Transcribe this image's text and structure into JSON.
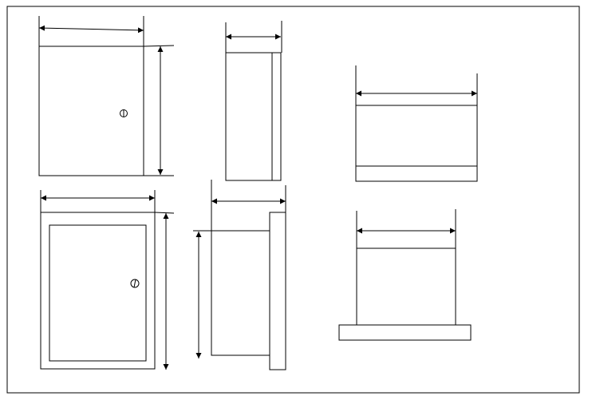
{
  "sheet": {
    "stroke_color": "#000000",
    "background_color": "#ffffff"
  },
  "views": [
    {
      "id": "front-view-closed",
      "dimensions": [
        "width",
        "height"
      ]
    },
    {
      "id": "side-view",
      "dimensions": [
        "depth"
      ]
    },
    {
      "id": "top-view",
      "dimensions": [
        "width"
      ]
    },
    {
      "id": "front-view-open",
      "dimensions": [
        "width",
        "height"
      ]
    },
    {
      "id": "side-view-door",
      "dimensions": [
        "depth",
        "height"
      ]
    },
    {
      "id": "bottom-view-with-base",
      "dimensions": [
        "width"
      ]
    }
  ],
  "icons": {
    "door_lock": "lock-icon"
  }
}
